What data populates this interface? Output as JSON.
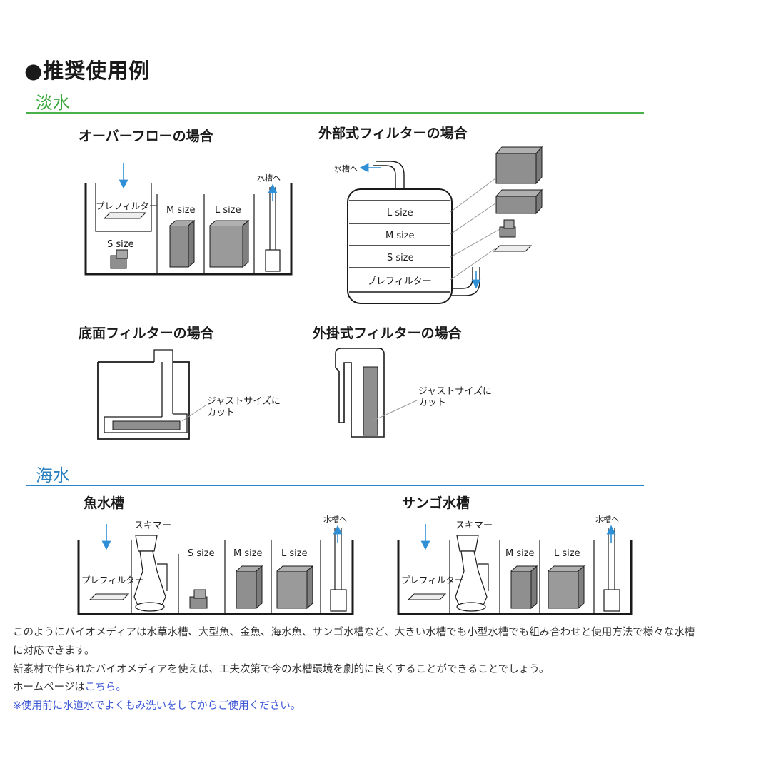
{
  "title": "●推奨使用例",
  "sections": {
    "freshwater": "淡水",
    "saltwater": "海水"
  },
  "cases": {
    "overflow": "オーバーフローの場合",
    "external": "外部式フィルターの場合",
    "bottom": "底面フィルターの場合",
    "hangon": "外掛式フィルターの場合",
    "fish": "魚水槽",
    "coral": "サンゴ水槽"
  },
  "labels": {
    "prefilter": "プレフィルター",
    "s_size": "S size",
    "m_size": "M size",
    "l_size": "L size",
    "to_tank": "水槽へ",
    "just_size_1": "ジャストサイズに",
    "just_size_2": "カット",
    "skimmer": "スキマー"
  },
  "body": {
    "line1": "このようにバイオメディアは水草水槽、大型魚、金魚、海水魚、サンゴ水槽など、大きい水槽でも小型水槽でも組み合わせと使用方法で様々な水槽",
    "line2": "に対応できます。",
    "line3": "新素材で作られたバイオメディアを使えば、工夫次第で今の水槽環境を劇的に良くすることができることでしょう。",
    "line4_prefix": "ホームページは",
    "line4_link": "こちら。",
    "line5": "※使用前に水道水でよくもみ洗いをしてからご使用ください。"
  },
  "colors": {
    "fresh_accent": "#3aa83a",
    "sea_accent": "#2a7fbf",
    "arrow_blue": "#2f8fd6",
    "media_fill": "#8f8f8f",
    "link": "#3b56d6"
  }
}
